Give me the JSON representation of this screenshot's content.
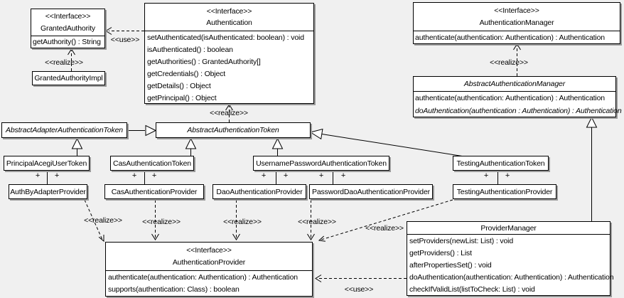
{
  "labels": {
    "realize": "<<realize>>",
    "use": "<<use>>",
    "plus": "+"
  },
  "nodes": {
    "granted_authority": {
      "stereotype": "<<Interface>>",
      "name": "GrantedAuthority",
      "methods": [
        "getAuthority() : String"
      ]
    },
    "granted_authority_impl": {
      "name": "GrantedAuthorityImpl"
    },
    "authentication": {
      "stereotype": "<<Interface>>",
      "name": "Authentication",
      "methods": [
        "setAuthenticated(isAuthenticated: boolean) : void",
        "isAuthenticated() : boolean",
        "getAuthorities() : GrantedAuthority[]",
        "getCredentials() : Object",
        "getDetails() : Object",
        "getPrincipal() : Object"
      ]
    },
    "authentication_manager": {
      "stereotype": "<<Interface>>",
      "name": "AuthenticationManager",
      "methods": [
        "authenticate(authentication: Authentication) : Authentication"
      ]
    },
    "abstract_authentication_manager": {
      "name": "AbstractAuthenticationManager",
      "methods": [
        "authenticate(authentication: Authentication) : Authentication",
        "doAuthentication(authentication : Authentication) : Authentication"
      ]
    },
    "abstract_adapter_authentication_token": {
      "name": "AbstractAdapterAuthenticationToken"
    },
    "abstract_authentication_token": {
      "name": "AbstractAuthenticationToken"
    },
    "principal_acegi_user_token": {
      "name": "PrincipalAcegiUserToken"
    },
    "cas_authentication_token": {
      "name": "CasAuthenticationToken"
    },
    "username_password_authentication_token": {
      "name": "UsernamePasswordAuthenticationToken"
    },
    "testing_authentication_token": {
      "name": "TestingAuthenticationToken"
    },
    "auth_by_adapter_provider": {
      "name": "AuthByAdapterProvider"
    },
    "cas_authentication_provider": {
      "name": "CasAuthenticationProvider"
    },
    "dao_authentication_provider": {
      "name": "DaoAuthenticationProvider"
    },
    "password_dao_authentication_provider": {
      "name": "PasswordDaoAuthenticationProvider"
    },
    "testing_authentication_provider": {
      "name": "TestingAuthenticationProvider"
    },
    "authentication_provider": {
      "stereotype": "<<Interface>>",
      "name": "AuthenticationProvider",
      "methods": [
        "authenticate(authentication: Authentication) : Authentication",
        "supports(authentication: Class) : boolean"
      ]
    },
    "provider_manager": {
      "name": "ProviderManager",
      "methods": [
        "setProviders(newList: List) : void",
        "getProviders() : List",
        "afterPropertiesSet() : void",
        "doAuthentication(authentication: Authentication) : Authentication",
        "checkIfValidList(listToCheck: List) : void"
      ]
    }
  },
  "edges": [
    {
      "type": "use",
      "from": "Authentication",
      "to": "GrantedAuthority"
    },
    {
      "type": "realize",
      "from": "GrantedAuthorityImpl",
      "to": "GrantedAuthority"
    },
    {
      "type": "realize",
      "from": "AbstractAuthenticationToken",
      "to": "Authentication"
    },
    {
      "type": "realize",
      "from": "AbstractAuthenticationManager",
      "to": "AuthenticationManager"
    },
    {
      "type": "generalization",
      "from": "AbstractAdapterAuthenticationToken",
      "to": "AbstractAuthenticationToken"
    },
    {
      "type": "generalization",
      "from": "PrincipalAcegiUserToken",
      "to": "AbstractAdapterAuthenticationToken"
    },
    {
      "type": "generalization",
      "from": "CasAuthenticationToken",
      "to": "AbstractAuthenticationToken"
    },
    {
      "type": "generalization",
      "from": "UsernamePasswordAuthenticationToken",
      "to": "AbstractAuthenticationToken"
    },
    {
      "type": "generalization",
      "from": "TestingAuthenticationToken",
      "to": "AbstractAuthenticationToken"
    },
    {
      "type": "generalization",
      "from": "ProviderManager",
      "to": "AbstractAuthenticationManager"
    },
    {
      "type": "association",
      "from": "PrincipalAcegiUserToken",
      "to": "AuthByAdapterProvider",
      "end_labels": [
        "+",
        "+"
      ]
    },
    {
      "type": "association",
      "from": "CasAuthenticationToken",
      "to": "CasAuthenticationProvider",
      "end_labels": [
        "+",
        "+"
      ]
    },
    {
      "type": "association",
      "from": "UsernamePasswordAuthenticationToken",
      "to": "DaoAuthenticationProvider",
      "end_labels": [
        "+",
        "+"
      ]
    },
    {
      "type": "association",
      "from": "UsernamePasswordAuthenticationToken",
      "to": "PasswordDaoAuthenticationProvider",
      "end_labels": [
        "+",
        "+"
      ]
    },
    {
      "type": "association",
      "from": "TestingAuthenticationToken",
      "to": "TestingAuthenticationProvider",
      "end_labels": [
        "+",
        "+"
      ]
    },
    {
      "type": "realize",
      "from": "AuthByAdapterProvider",
      "to": "AuthenticationProvider"
    },
    {
      "type": "realize",
      "from": "CasAuthenticationProvider",
      "to": "AuthenticationProvider"
    },
    {
      "type": "realize",
      "from": "DaoAuthenticationProvider",
      "to": "AuthenticationProvider"
    },
    {
      "type": "realize",
      "from": "PasswordDaoAuthenticationProvider",
      "to": "AuthenticationProvider"
    },
    {
      "type": "realize",
      "from": "TestingAuthenticationProvider",
      "to": "AuthenticationProvider"
    },
    {
      "type": "use",
      "from": "ProviderManager",
      "to": "AuthenticationProvider"
    }
  ]
}
